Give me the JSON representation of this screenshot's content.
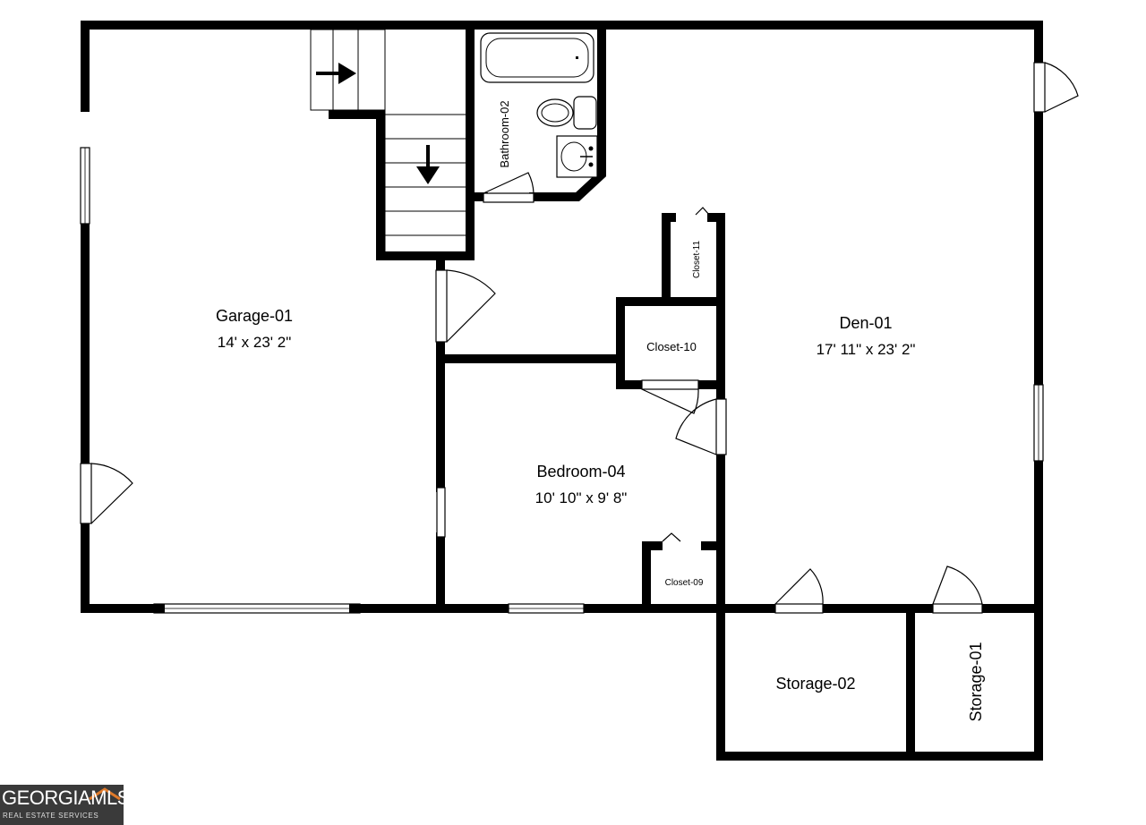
{
  "rooms": {
    "garage": {
      "name": "Garage-01",
      "dims": "14' x 23' 2\""
    },
    "den": {
      "name": "Den-01",
      "dims": "17' 11\" x 23' 2\""
    },
    "bedroom": {
      "name": "Bedroom-04",
      "dims": "10' 10\" x 9' 8\""
    },
    "bathroom": {
      "name": "Bathroom-02"
    },
    "closet10": {
      "name": "Closet-10"
    },
    "closet11": {
      "name": "Closet-11"
    },
    "closet09": {
      "name": "Closet-09"
    },
    "storage02": {
      "name": "Storage-02"
    },
    "storage01": {
      "name": "Storage-01"
    }
  },
  "logo": {
    "main": "GEORGIAMLS",
    "sub": "REAL ESTATE SERVICES"
  },
  "colors": {
    "wall": "#000000",
    "background": "#ffffff",
    "logo_bg": "#3a3a3a",
    "logo_accent": "#e07a2a"
  }
}
